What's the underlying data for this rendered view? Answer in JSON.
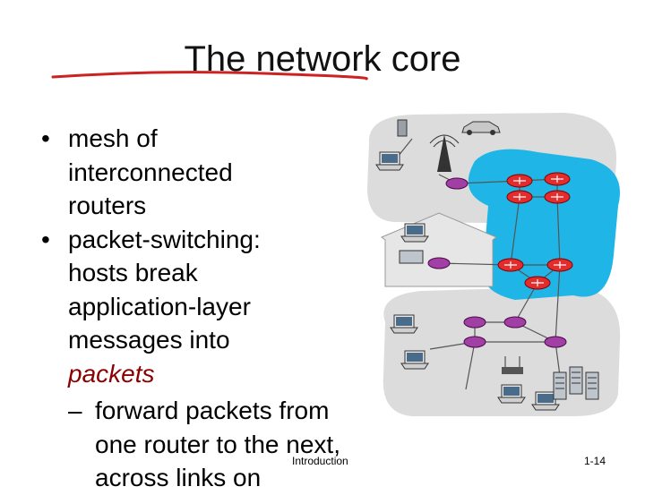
{
  "slide": {
    "title": "The network core",
    "bullets": [
      {
        "lines": [
          "mesh of",
          "interconnected",
          "routers"
        ],
        "italic_line": ""
      },
      {
        "lines": [
          "packet-switching:",
          "hosts break",
          "application-layer",
          "messages into"
        ],
        "italic_line": "packets"
      }
    ],
    "subbullet": {
      "lines": [
        "forward packets from",
        "one router to the",
        "next, across links on"
      ]
    },
    "footer": {
      "label": "Introduction",
      "page": "1-14"
    }
  },
  "colors": {
    "underline": "#cc2222",
    "ocean": "#1fb5e6",
    "router_red": "#e52b2b",
    "router_purple": "#a23fa4",
    "cloud_gray": "#dcdcdc",
    "emphasis": "#8b0000"
  },
  "icons": [
    "router-icon",
    "laptop-icon",
    "server-icon",
    "phone-icon",
    "car-icon",
    "cell-tower-icon",
    "wifi-access-point-icon",
    "house-icon"
  ]
}
